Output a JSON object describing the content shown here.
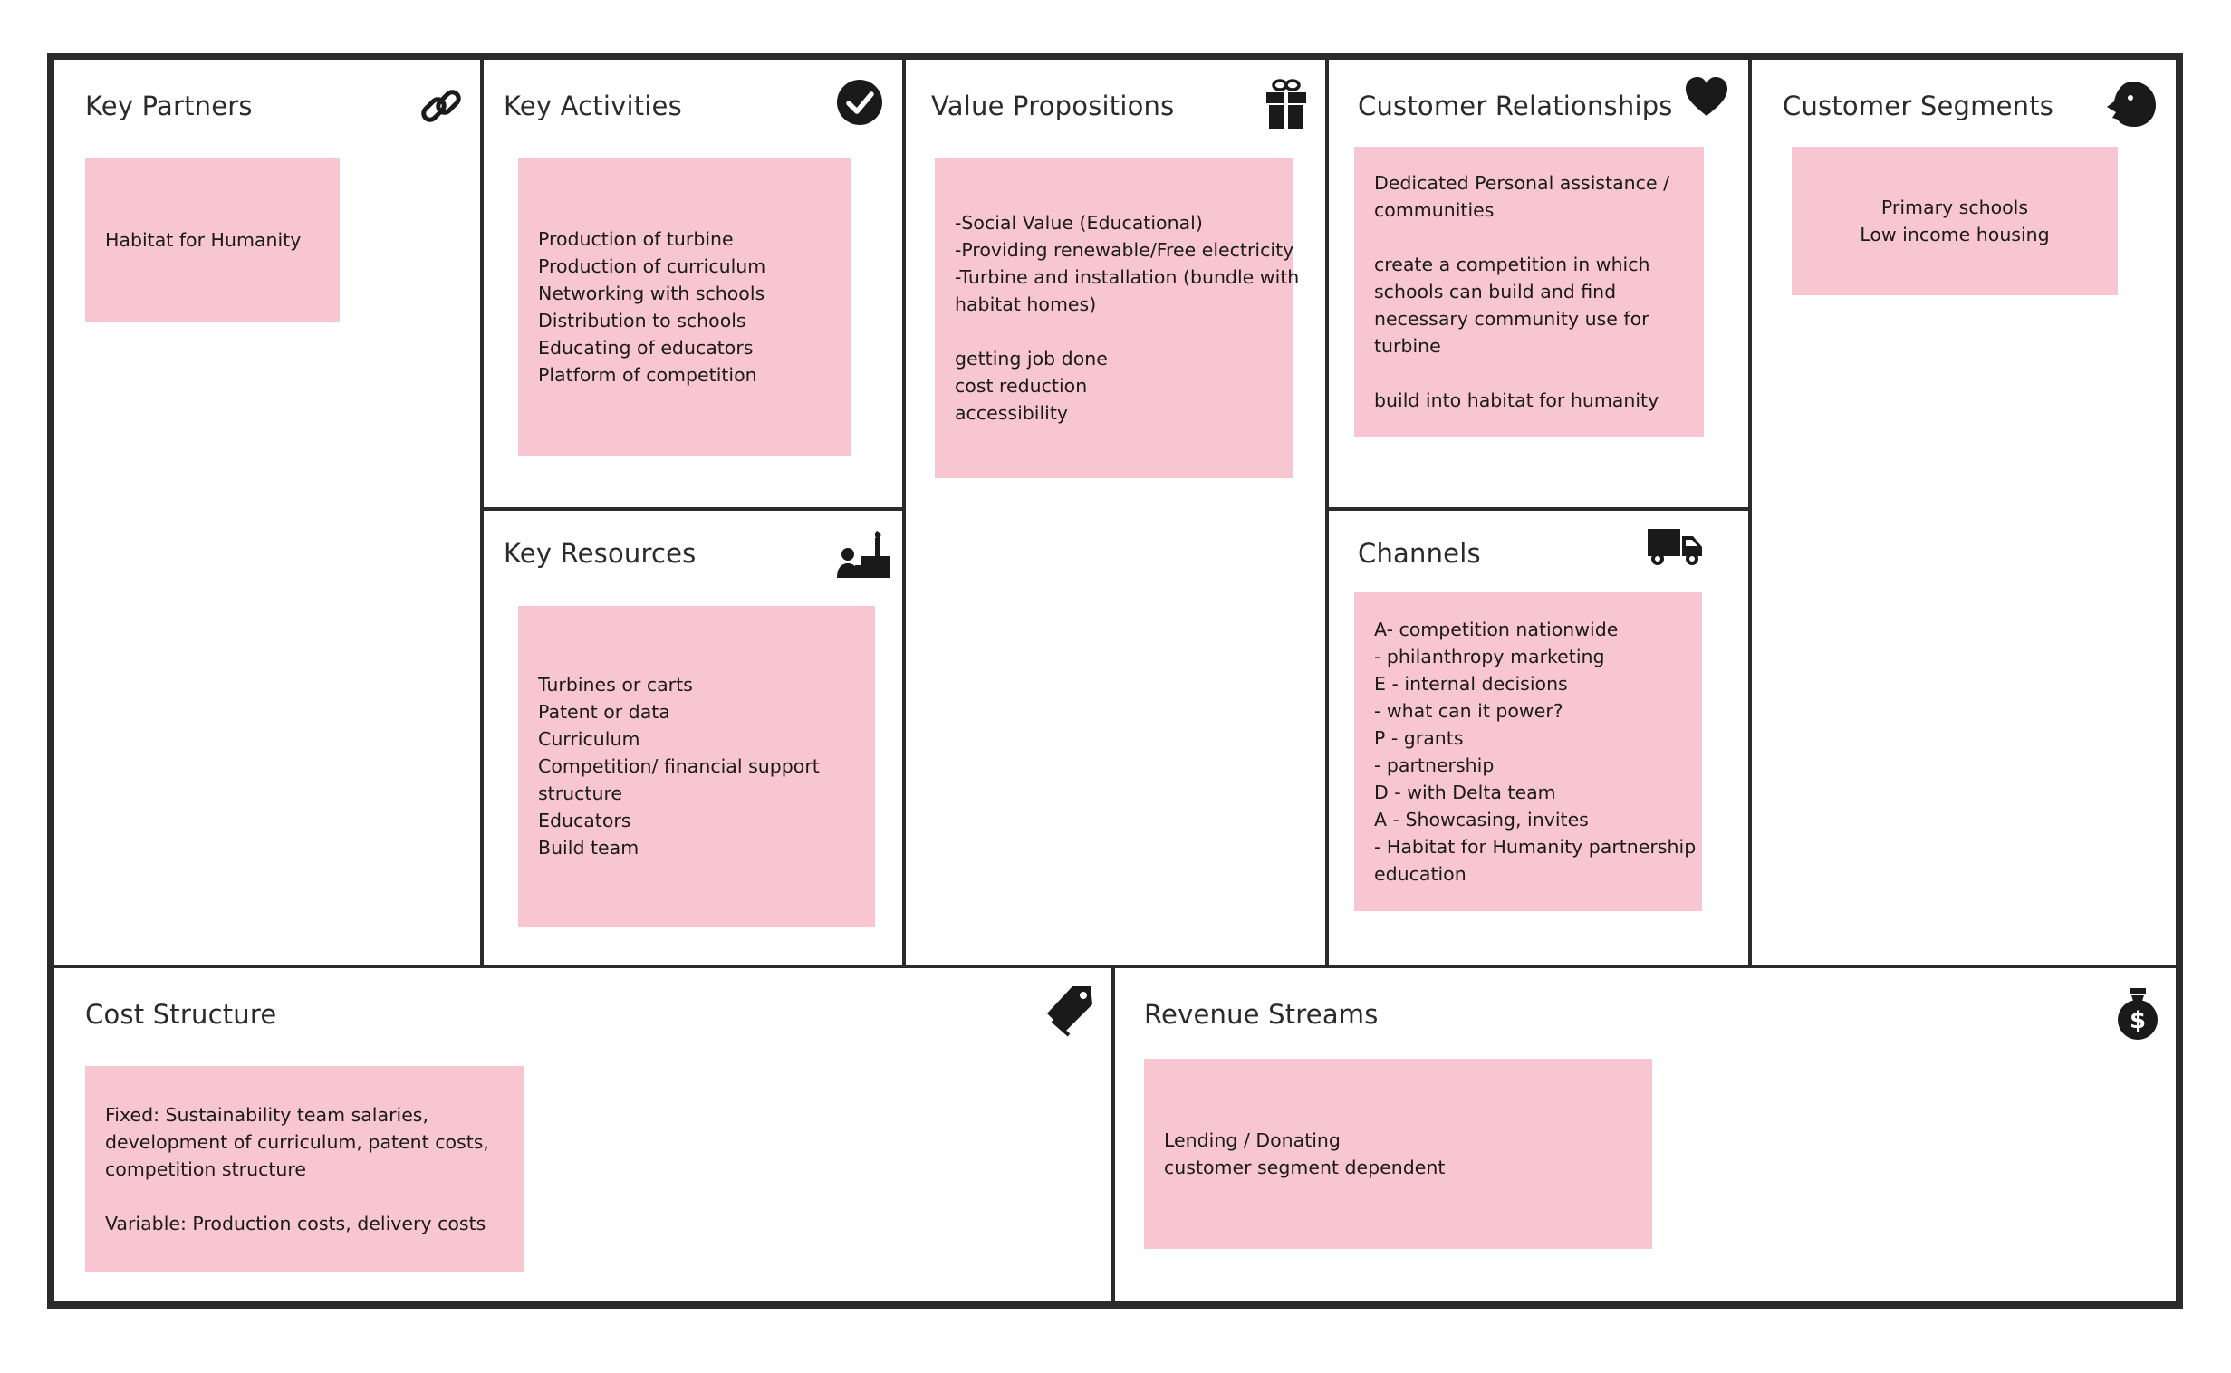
{
  "blocks": {
    "key_partners": {
      "title": "Key Partners",
      "icon": "link-icon",
      "notes": [
        [
          "Habitat for Humanity"
        ]
      ]
    },
    "key_activities": {
      "title": "Key Activities",
      "icon": "checkmark-icon",
      "notes": [
        [
          "Production of turbine",
          "Production of curriculum",
          "Networking with schools",
          "Distribution to schools",
          "Educating of educators",
          "Platform of competition"
        ]
      ]
    },
    "key_resources": {
      "title": "Key Resources",
      "icon": "factory-worker-icon",
      "notes": [
        [
          "Turbines or carts",
          "Patent or data",
          "Curriculum",
          "Competition/ financial support",
          "structure",
          "Educators",
          "Build team"
        ]
      ]
    },
    "value_propositions": {
      "title": "Value Propositions",
      "icon": "gift-icon",
      "notes": [
        [
          "-Social Value (Educational)",
          "-Providing renewable/Free electricity",
          "-Turbine and installation (bundle with",
          "habitat homes)",
          "",
          "getting job done",
          "cost reduction",
          "accessibility"
        ]
      ]
    },
    "customer_relationships": {
      "title": "Customer Relationships",
      "icon": "heart-icon",
      "notes": [
        [
          "Dedicated Personal assistance /",
          "communities",
          "",
          "create a competition in which",
          "schools can build and find",
          "necessary community use for",
          "turbine",
          "",
          "build into habitat for humanity"
        ]
      ]
    },
    "channels": {
      "title": "Channels",
      "icon": "truck-icon",
      "notes": [
        [
          "A- competition nationwide",
          "- philanthropy marketing",
          "E - internal decisions",
          "- what can it power?",
          "P - grants",
          "- partnership",
          "D - with Delta team",
          "A - Showcasing, invites",
          "- Habitat for Humanity partnership",
          "education"
        ]
      ]
    },
    "customer_segments": {
      "title": "Customer Segments",
      "icon": "person-head-icon",
      "notes": [
        [
          "Primary schools",
          "Low income housing"
        ]
      ]
    },
    "cost_structure": {
      "title": "Cost Structure",
      "icon": "price-tag-icon",
      "notes": [
        [
          "Fixed: Sustainability team salaries,",
          "development of curriculum, patent costs,",
          "competition structure",
          "",
          "Variable: Production costs, delivery costs"
        ]
      ]
    },
    "revenue_streams": {
      "title": "Revenue Streams",
      "icon": "money-bag-icon",
      "notes": [
        [
          "Lending / Donating",
          "customer segment dependent"
        ]
      ]
    }
  },
  "colors": {
    "border": "#2b2b2b",
    "note": "#f7c6d0",
    "icon": "#1a1a1a"
  }
}
